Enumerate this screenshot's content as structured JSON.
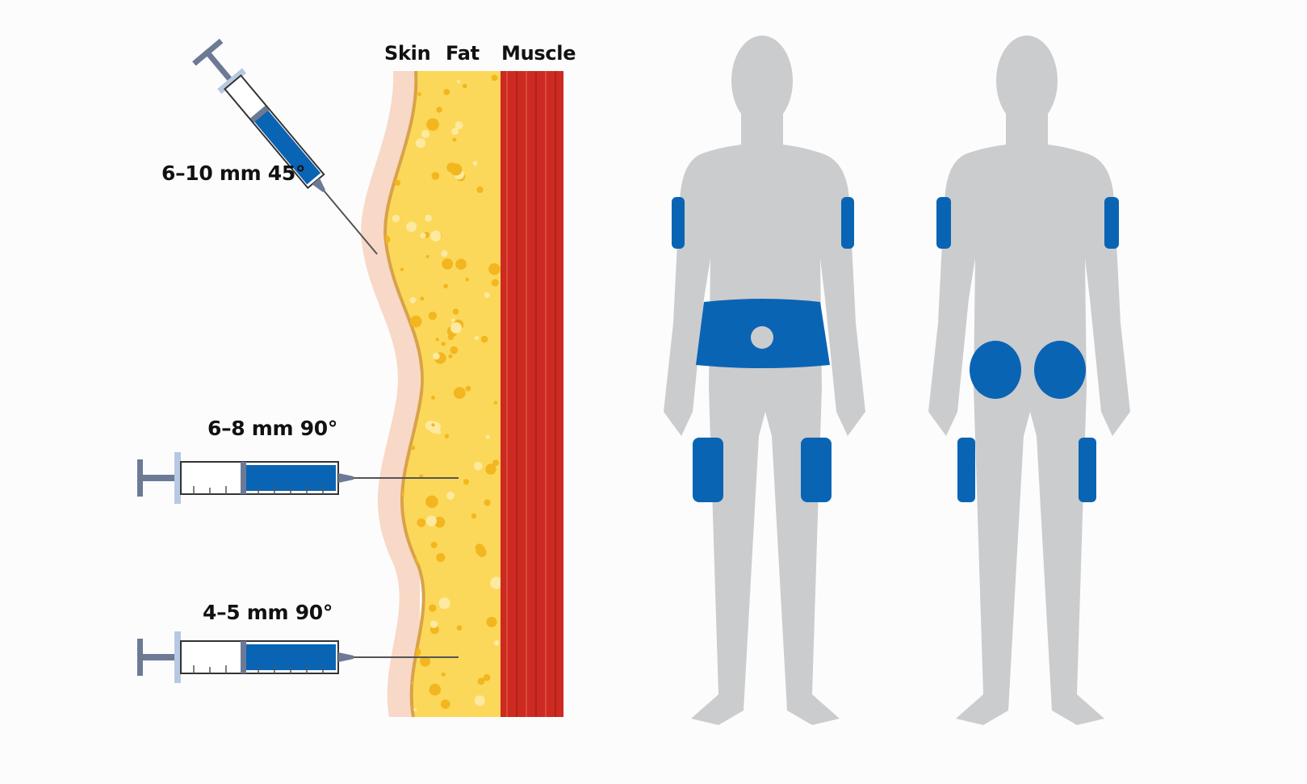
{
  "layers": {
    "skin": "Skin",
    "fat": "Fat",
    "muscle": "Muscle"
  },
  "injections": [
    {
      "label": "6–10 mm 45°"
    },
    {
      "label": "6–8 mm 90°"
    },
    {
      "label": "4–5 mm 90°"
    }
  ],
  "colors": {
    "skin": "#f8d8c6",
    "fat": "#fbd85a",
    "fat_dots": "#f3b61f",
    "muscle": "#cc2a22",
    "injection_site": "#0a64b4",
    "body": "#cbccce",
    "syringe_plunger": "#6d7a96",
    "syringe_flange": "#b7c8e2"
  },
  "figures": [
    {
      "view": "front",
      "sites": [
        "upper-arms",
        "abdomen",
        "thighs"
      ]
    },
    {
      "view": "back",
      "sites": [
        "upper-arms",
        "buttocks",
        "thighs"
      ]
    }
  ]
}
